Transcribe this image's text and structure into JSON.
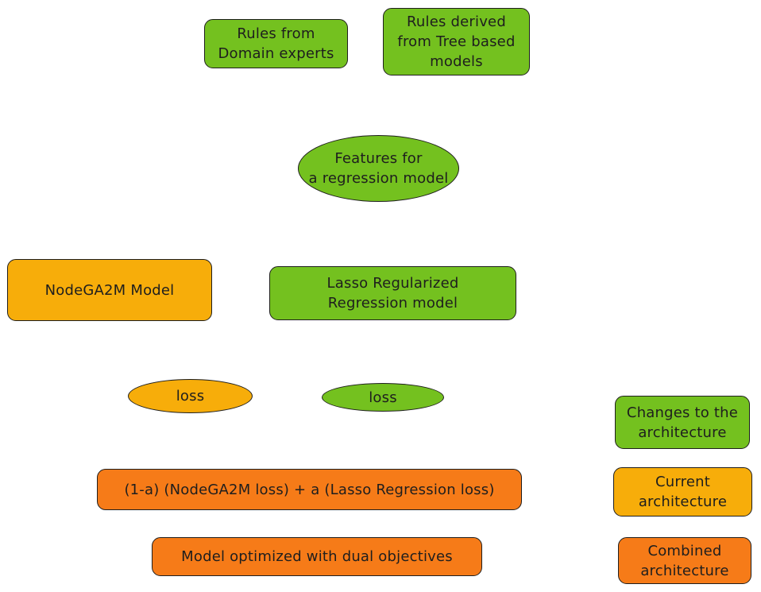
{
  "colors": {
    "changes": "#74c11f",
    "current": "#f7ad0a",
    "combined": "#f67b18",
    "stroke": "#1e1e1e"
  },
  "nodes": {
    "rules_domain": "Rules from\nDomain experts",
    "rules_tree": "Rules derived\nfrom Tree based\nmodels",
    "features": "Features for\na regression model",
    "nodega2m_model": "NodeGA2M Model",
    "lasso_model": "Lasso Regularized\nRegression model",
    "loss_current": "loss",
    "loss_lasso": "loss",
    "combined_loss": "(1-a) (NodeGA2M loss) + a (Lasso Regression loss)",
    "dual_objectives": "Model optimized with dual objectives"
  },
  "legend": {
    "changes": "Changes to the\narchitecture",
    "current": "Current\narchitecture",
    "combined": "Combined\narchitecture"
  }
}
